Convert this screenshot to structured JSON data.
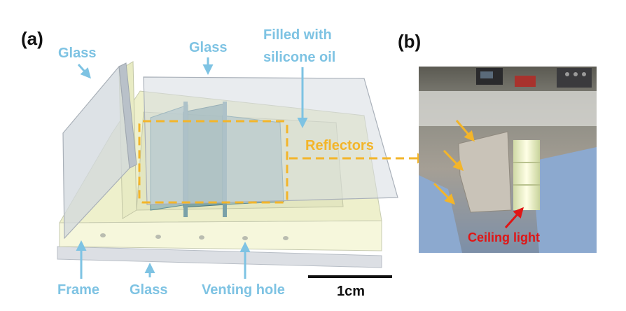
{
  "panels": {
    "a": "(a)",
    "b": "(b)"
  },
  "callouts": {
    "glass_left": "Glass",
    "glass_top": "Glass",
    "filled_line1": "Filled with",
    "filled_line2": "silicone oil",
    "reflectors": "Reflectors",
    "frame": "Frame",
    "glass_bottom": "Glass",
    "venting_hole": "Venting hole",
    "ceiling_light": "Ceiling light"
  },
  "scale_bar": {
    "label": "1cm"
  },
  "colors": {
    "callout_blue": "#7ec3e3",
    "reflector_orange": "#f3b52a",
    "ceiling_red": "#e01515",
    "frame_yellow": "#f7f8df",
    "glass_gray": "#d8dde3",
    "reflector_teal": "#5f8f98"
  }
}
